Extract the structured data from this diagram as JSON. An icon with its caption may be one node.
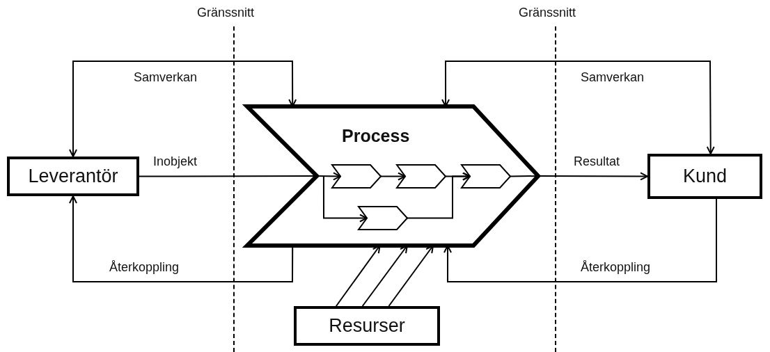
{
  "diagram": {
    "nodes": [
      {
        "text": [
          "Leverantör"
        ]
      },
      {
        "text": [
          "Process"
        ]
      },
      {
        "text": [],
        "shape": "chevron",
        "in": 1
      },
      {
        "text": [],
        "shape": "chevron",
        "in": 1
      },
      {
        "text": [],
        "shape": "chevron",
        "in": 1
      },
      {
        "text": [],
        "shape": "chevron",
        "in": 1
      },
      {
        "text": [
          "Kund"
        ]
      },
      {
        "text": [
          "Resurser"
        ]
      }
    ],
    "edges": [
      {
        "from": 0,
        "to": 1,
        "arrow": "none",
        "label": "Inobjekt"
      },
      {
        "from": 1,
        "to": 6,
        "arrow": "to",
        "label": "Resultat"
      },
      {
        "from": 0,
        "to": 1,
        "arrow": "both",
        "label": "Samverkan"
      },
      {
        "from": 1,
        "to": 0,
        "arrow": "to",
        "label": "Återkoppling"
      },
      {
        "from": 1,
        "to": 6,
        "arrow": "both",
        "label": "Samverkan"
      },
      {
        "from": 6,
        "to": 1,
        "arrow": "to",
        "label": "Återkoppling"
      },
      {
        "from": 7,
        "to": 1,
        "arrow": "to"
      },
      {
        "from": 7,
        "to": 1,
        "arrow": "to"
      },
      {
        "from": 7,
        "to": 1,
        "arrow": "to"
      },
      {
        "from": 1,
        "to": 2,
        "arrow": "to"
      },
      {
        "from": 2,
        "to": 3,
        "arrow": "to"
      },
      {
        "from": 3,
        "to": 4,
        "arrow": "to"
      },
      {
        "from": 1,
        "to": 5,
        "arrow": "to"
      },
      {
        "from": 5,
        "to": 4,
        "arrow": "to"
      },
      {
        "from": 4,
        "to": 1,
        "arrow": "none"
      }
    ],
    "labels": [
      "Gränssnitt",
      "Gränssnitt"
    ]
  }
}
